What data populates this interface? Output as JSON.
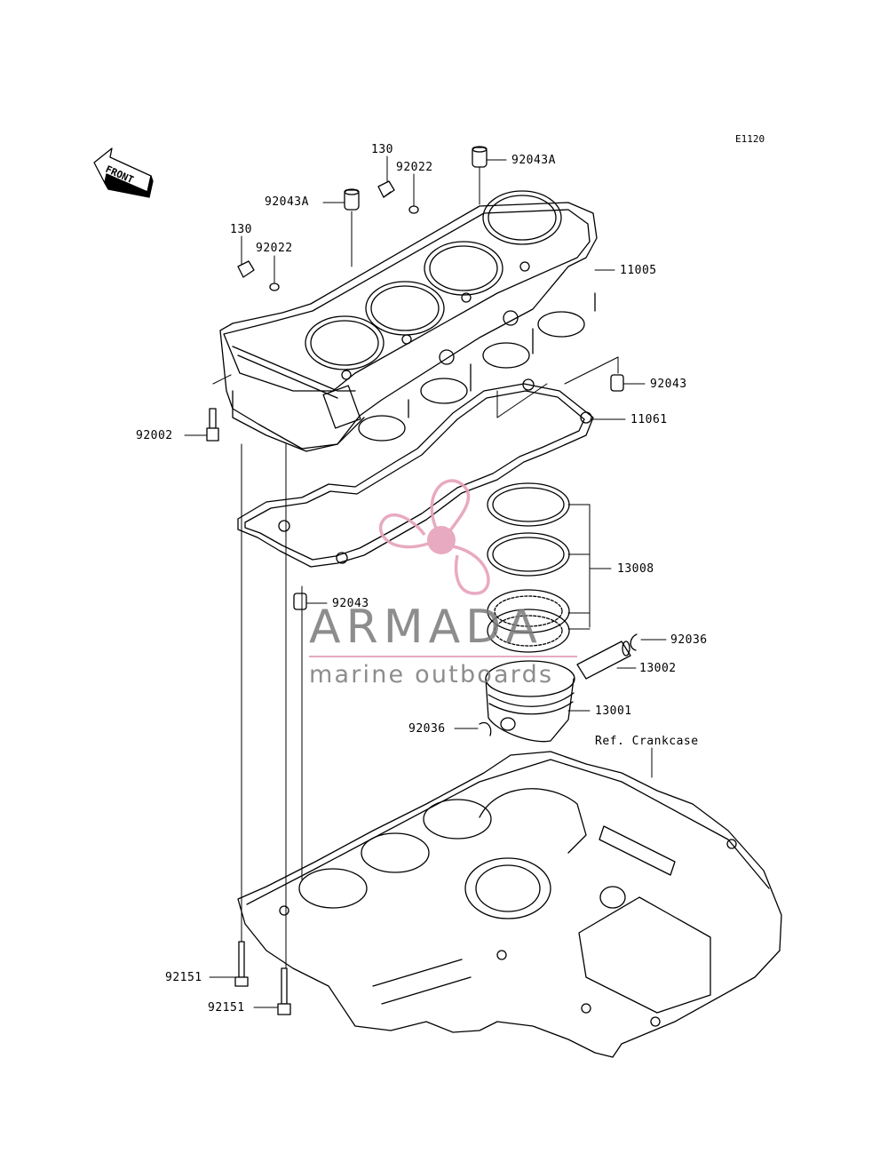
{
  "diagram_code": "E1120",
  "front_label": "FRONT",
  "reference_label": "Ref. Crankcase",
  "watermark": {
    "title": "ARMADA",
    "subtitle": "marine outboards",
    "accent_color": "#e6a1bb",
    "text_color": "#7a7a7a"
  },
  "parts": [
    {
      "id": "p130_top",
      "number": "130"
    },
    {
      "id": "p92022_top",
      "number": "92022"
    },
    {
      "id": "p92043A_top",
      "number": "92043A"
    },
    {
      "id": "p92043A_left",
      "number": "92043A"
    },
    {
      "id": "p130_left",
      "number": "130"
    },
    {
      "id": "p92022_left",
      "number": "92022"
    },
    {
      "id": "p11005",
      "number": "11005"
    },
    {
      "id": "p92043_right",
      "number": "92043"
    },
    {
      "id": "p11061",
      "number": "11061"
    },
    {
      "id": "p92002",
      "number": "92002"
    },
    {
      "id": "p13008",
      "number": "13008"
    },
    {
      "id": "p92043_mid",
      "number": "92043"
    },
    {
      "id": "p92036_right",
      "number": "92036"
    },
    {
      "id": "p13002",
      "number": "13002"
    },
    {
      "id": "p13001",
      "number": "13001"
    },
    {
      "id": "p92036_left",
      "number": "92036"
    },
    {
      "id": "p92151_a",
      "number": "92151"
    },
    {
      "id": "p92151_b",
      "number": "92151"
    }
  ]
}
